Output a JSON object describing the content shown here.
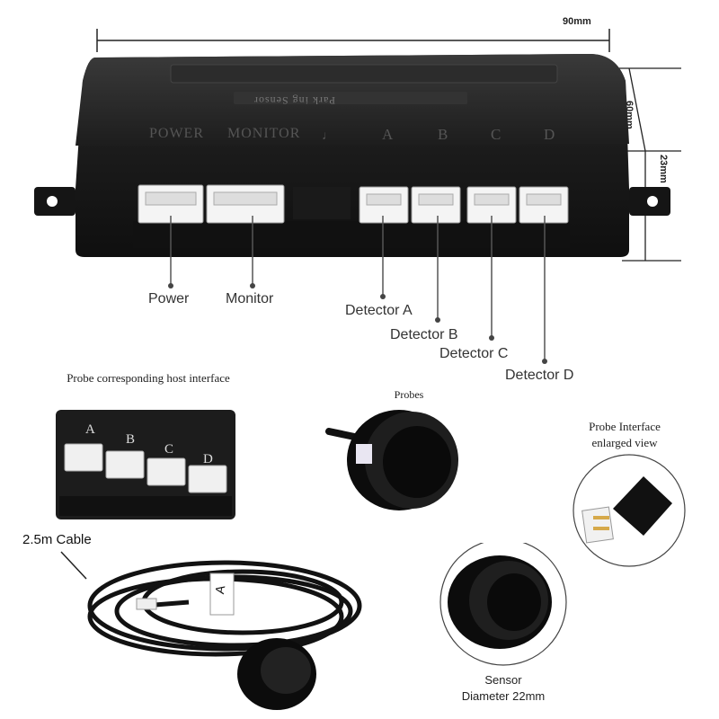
{
  "dimensions": {
    "width": "90mm",
    "height": "60mm",
    "depth": "23mm"
  },
  "device": {
    "top_label": "Park ing Sensor",
    "panel_labels": [
      "POWER",
      "MONITOR",
      "A",
      "B",
      "C",
      "D"
    ]
  },
  "callouts": {
    "power": "Power",
    "monitor": "Monitor",
    "detector_a": "Detector A",
    "detector_b": "Detector B",
    "detector_c": "Detector C",
    "detector_d": "Detector D"
  },
  "host_interface": {
    "caption": "Probe corresponding host interface",
    "port_labels": [
      "A",
      "B",
      "C",
      "D"
    ]
  },
  "probes": {
    "caption": "Probes"
  },
  "interface_view": {
    "caption": "Probe Interface enlarged view"
  },
  "cable": {
    "caption": "2.5m Cable",
    "tag": "A"
  },
  "sensor": {
    "caption": "Sensor",
    "diameter": "Diameter 22mm"
  }
}
